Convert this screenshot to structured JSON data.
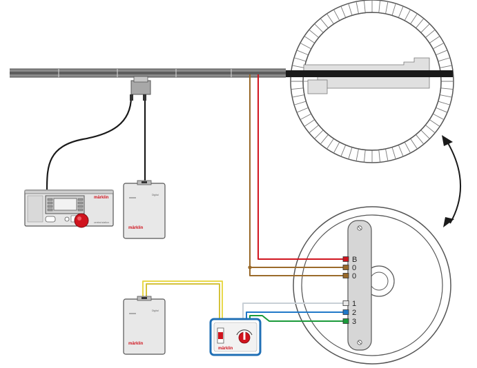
{
  "terminals": [
    {
      "label": "B",
      "color": "#d0141e"
    },
    {
      "label": "0",
      "color": "#9a6a2a"
    },
    {
      "label": "0",
      "color": "#9a6a2a"
    },
    {
      "label": "1",
      "color": "#e8e8e8"
    },
    {
      "label": "2",
      "color": "#1f78c8"
    },
    {
      "label": "3",
      "color": "#1a9a3a"
    }
  ],
  "brand": {
    "name": "märklin",
    "central_station_caption": "central station",
    "box_caption": "Digital"
  },
  "colors": {
    "wire_red": "#d0141e",
    "wire_brown": "#9a6a2a",
    "wire_yellow": "#e8d84a",
    "wire_gray": "#c8cfd6",
    "wire_blue": "#1f78c8",
    "wire_green": "#1a9a3a",
    "switch_frame": "#1f6fb5",
    "track_dark": "#1a1a1a",
    "track_gray": "#8a8a8a"
  },
  "icons": {
    "rotation_arrow": "double-headed-curved-arrow-icon",
    "plug": "track-connector-plug-icon",
    "knob": "red-speed-knob-icon"
  }
}
